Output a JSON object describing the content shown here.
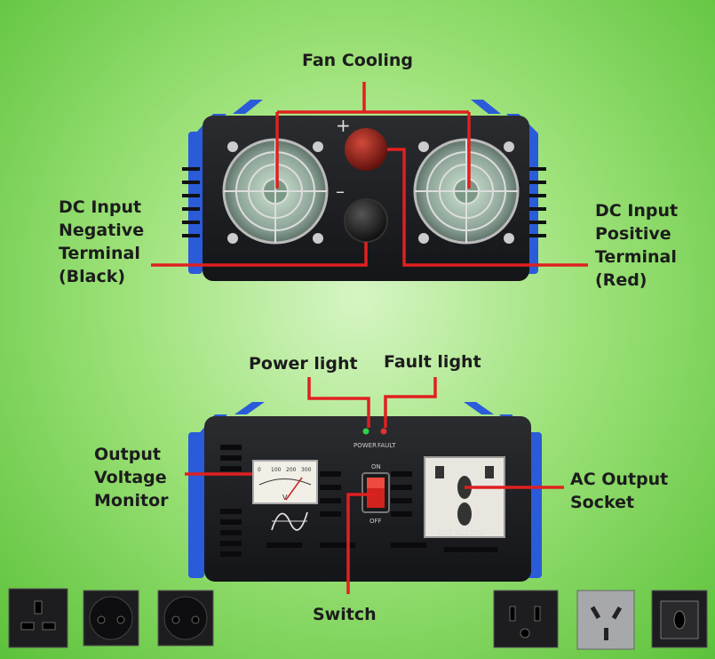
{
  "labels": {
    "fan_cooling": "Fan Cooling",
    "dc_negative": [
      "DC Input",
      "Negative",
      "Terminal",
      "(Black)"
    ],
    "dc_positive": [
      "DC Input",
      "Positive",
      "Terminal",
      "(Red)"
    ],
    "power_light": "Power light",
    "fault_light": "Fault light",
    "output_voltage": [
      "Output",
      "Voltage",
      "Monitor"
    ],
    "ac_output": [
      "AC Output",
      "Socket"
    ],
    "switch": "Switch"
  },
  "panel_text": {
    "plus": "+",
    "minus": "–",
    "power": "POWER",
    "fault": "FAULT",
    "on": "ON",
    "off": "OFF",
    "socket_caption": "OUT AC220V",
    "meter_ticks": [
      "0",
      "100",
      "200",
      "300"
    ],
    "meter_unit": "V"
  },
  "colors": {
    "leader_line": "#e02020",
    "body": "#1e1f22",
    "heatsink_blue": "#2a5bd8"
  }
}
